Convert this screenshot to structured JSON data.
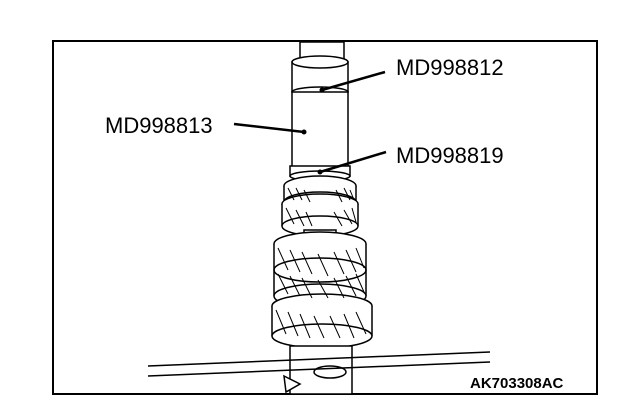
{
  "labels": {
    "tool_top": "MD998812",
    "tool_left": "MD998813",
    "tool_bottom": "MD998819"
  },
  "figure_code": "AK703308AC",
  "colors": {
    "line": "#000000",
    "background": "#ffffff"
  }
}
